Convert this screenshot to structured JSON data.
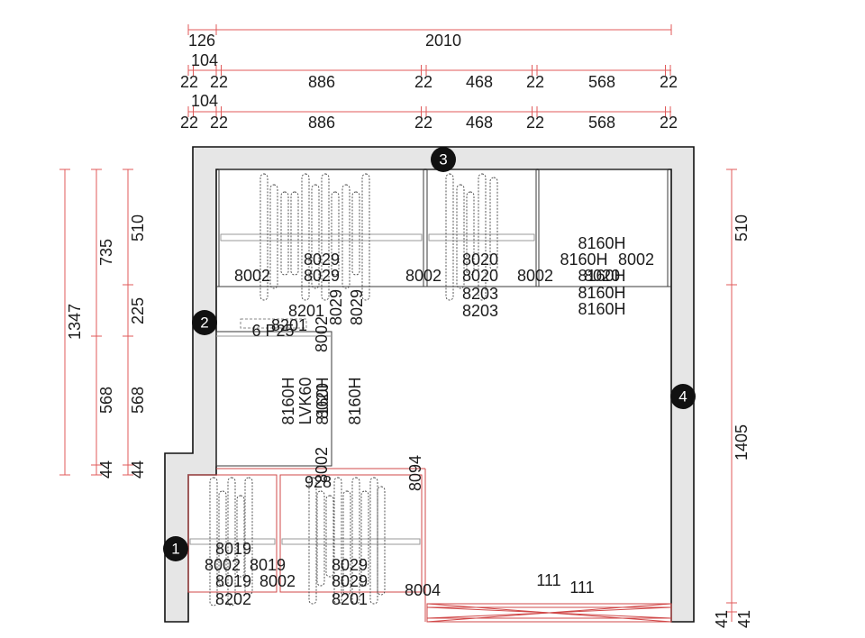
{
  "drawing": {
    "top_dimensions": {
      "row_1": [
        "126",
        "2010"
      ],
      "row_2_wall": "104",
      "row_2": [
        "22",
        "22",
        "886",
        "22",
        "468",
        "22",
        "568",
        "22"
      ],
      "row_3_wall": "104",
      "row_3": [
        "22",
        "22",
        "886",
        "22",
        "468",
        "22",
        "568",
        "22"
      ]
    },
    "left_dimensions": {
      "total": "1347",
      "middle": [
        "735",
        "568",
        "44"
      ],
      "inner": [
        "510",
        "225",
        "568",
        "44"
      ]
    },
    "right_dimensions": [
      "510",
      "1405",
      "41",
      "41"
    ],
    "wall_markers": [
      "1",
      "2",
      "3",
      "4"
    ],
    "wall_3_labels": [
      "8002",
      "8029",
      "8029",
      "8002",
      "8020",
      "8020",
      "8203",
      "8203",
      "8002",
      "8160H",
      "8160H",
      "8002",
      "8160H",
      "8020",
      "8160H",
      "8160H",
      "8201",
      "8029",
      "8029"
    ],
    "wall_2_labels": [
      "6 P25",
      "8201",
      "8002",
      "8160H",
      "LVK60",
      "8160H",
      "8020",
      "8160H",
      "8002",
      "928",
      "8094"
    ],
    "wall_1_labels": [
      "8019",
      "8002",
      "8019",
      "8019",
      "8002",
      "8202",
      "8029",
      "8029",
      "8201",
      "8004"
    ],
    "floor_labels": [
      "111",
      "111"
    ]
  },
  "colors": {
    "dimension_line": "#e05a5a",
    "wall_fill": "#e6e6e6",
    "wall_outline": "#111111",
    "cabinet_outline": "#3a3a3a",
    "lower_cabinet_outline": "#d04848",
    "marker_fill": "#111111",
    "marker_text": "#ffffff",
    "label_text": "#1c1c1c"
  }
}
